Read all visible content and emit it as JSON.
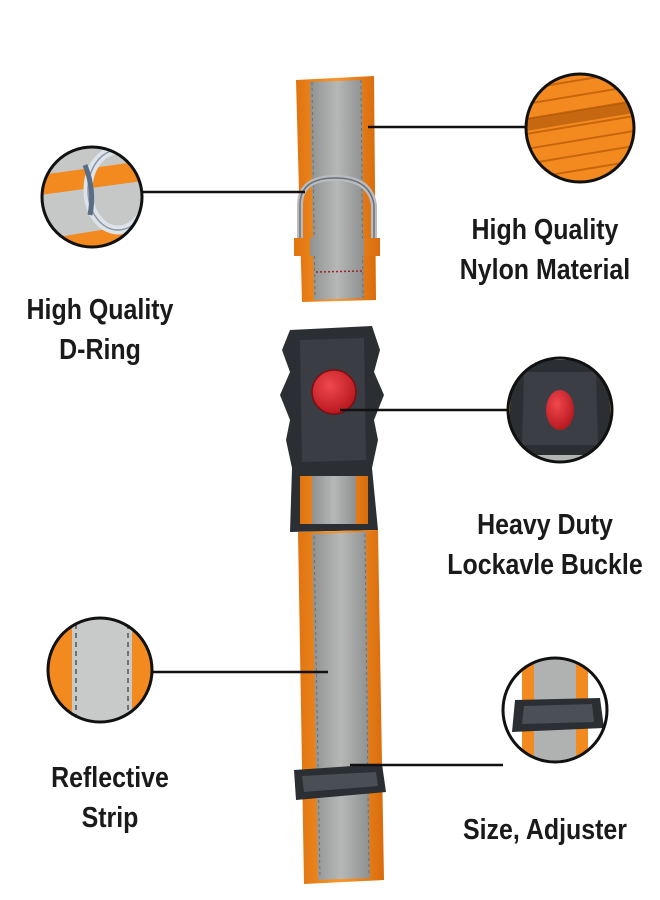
{
  "features": [
    {
      "id": "dring",
      "lines": [
        "High Quality",
        "D-Ring"
      ],
      "icon": "d-ring-closeup"
    },
    {
      "id": "nylon",
      "lines": [
        "High Quality",
        "Nylon Material"
      ],
      "icon": "nylon-closeup"
    },
    {
      "id": "buckle",
      "lines": [
        "Heavy Duty",
        "Lockavle Buckle"
      ],
      "icon": "buckle-closeup"
    },
    {
      "id": "reflective",
      "lines": [
        "Reflective",
        "Strip"
      ],
      "icon": "reflective-strip-closeup"
    },
    {
      "id": "adjuster",
      "lines": [
        "Size, Adjuster"
      ],
      "icon": "adjuster-closeup"
    }
  ],
  "colors": {
    "strap_orange": "#f28a1f",
    "strip_gray": "#a8aaa9",
    "buckle_black": "#2b2e33",
    "button_red": "#d8252c",
    "ring_steel": "#b9bcc0",
    "line": "#111111"
  }
}
